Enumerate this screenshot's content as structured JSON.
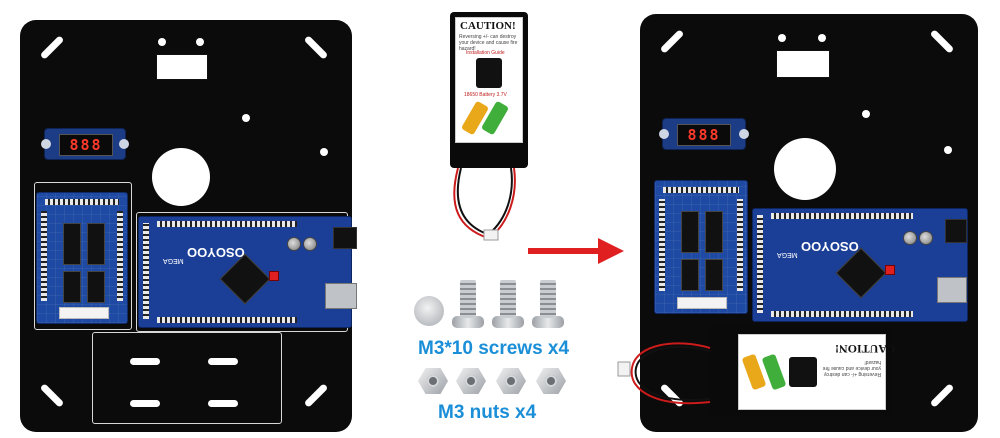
{
  "colors": {
    "plate": "#0b0b0b",
    "board_blue": "#1b3f96",
    "display_red": "#ff3a2a",
    "arrow_red": "#e02020",
    "caption_blue": "#1a8fd8"
  },
  "voltmeter": {
    "reading": "888"
  },
  "mega_board": {
    "brand": "OSOYOO",
    "model": "MEGA"
  },
  "battery_box": {
    "title": "CAUTION!",
    "warning": "Reversing +/- can destroy your device and cause fire hazard!",
    "guide": "Installation Guide",
    "battery": "18650 Battery 3.7V"
  },
  "arrow": {
    "icon": "right-arrow-icon"
  },
  "hardware": {
    "screws_label": "M3*10 screws x4",
    "nuts_label": "M3 nuts x4"
  }
}
